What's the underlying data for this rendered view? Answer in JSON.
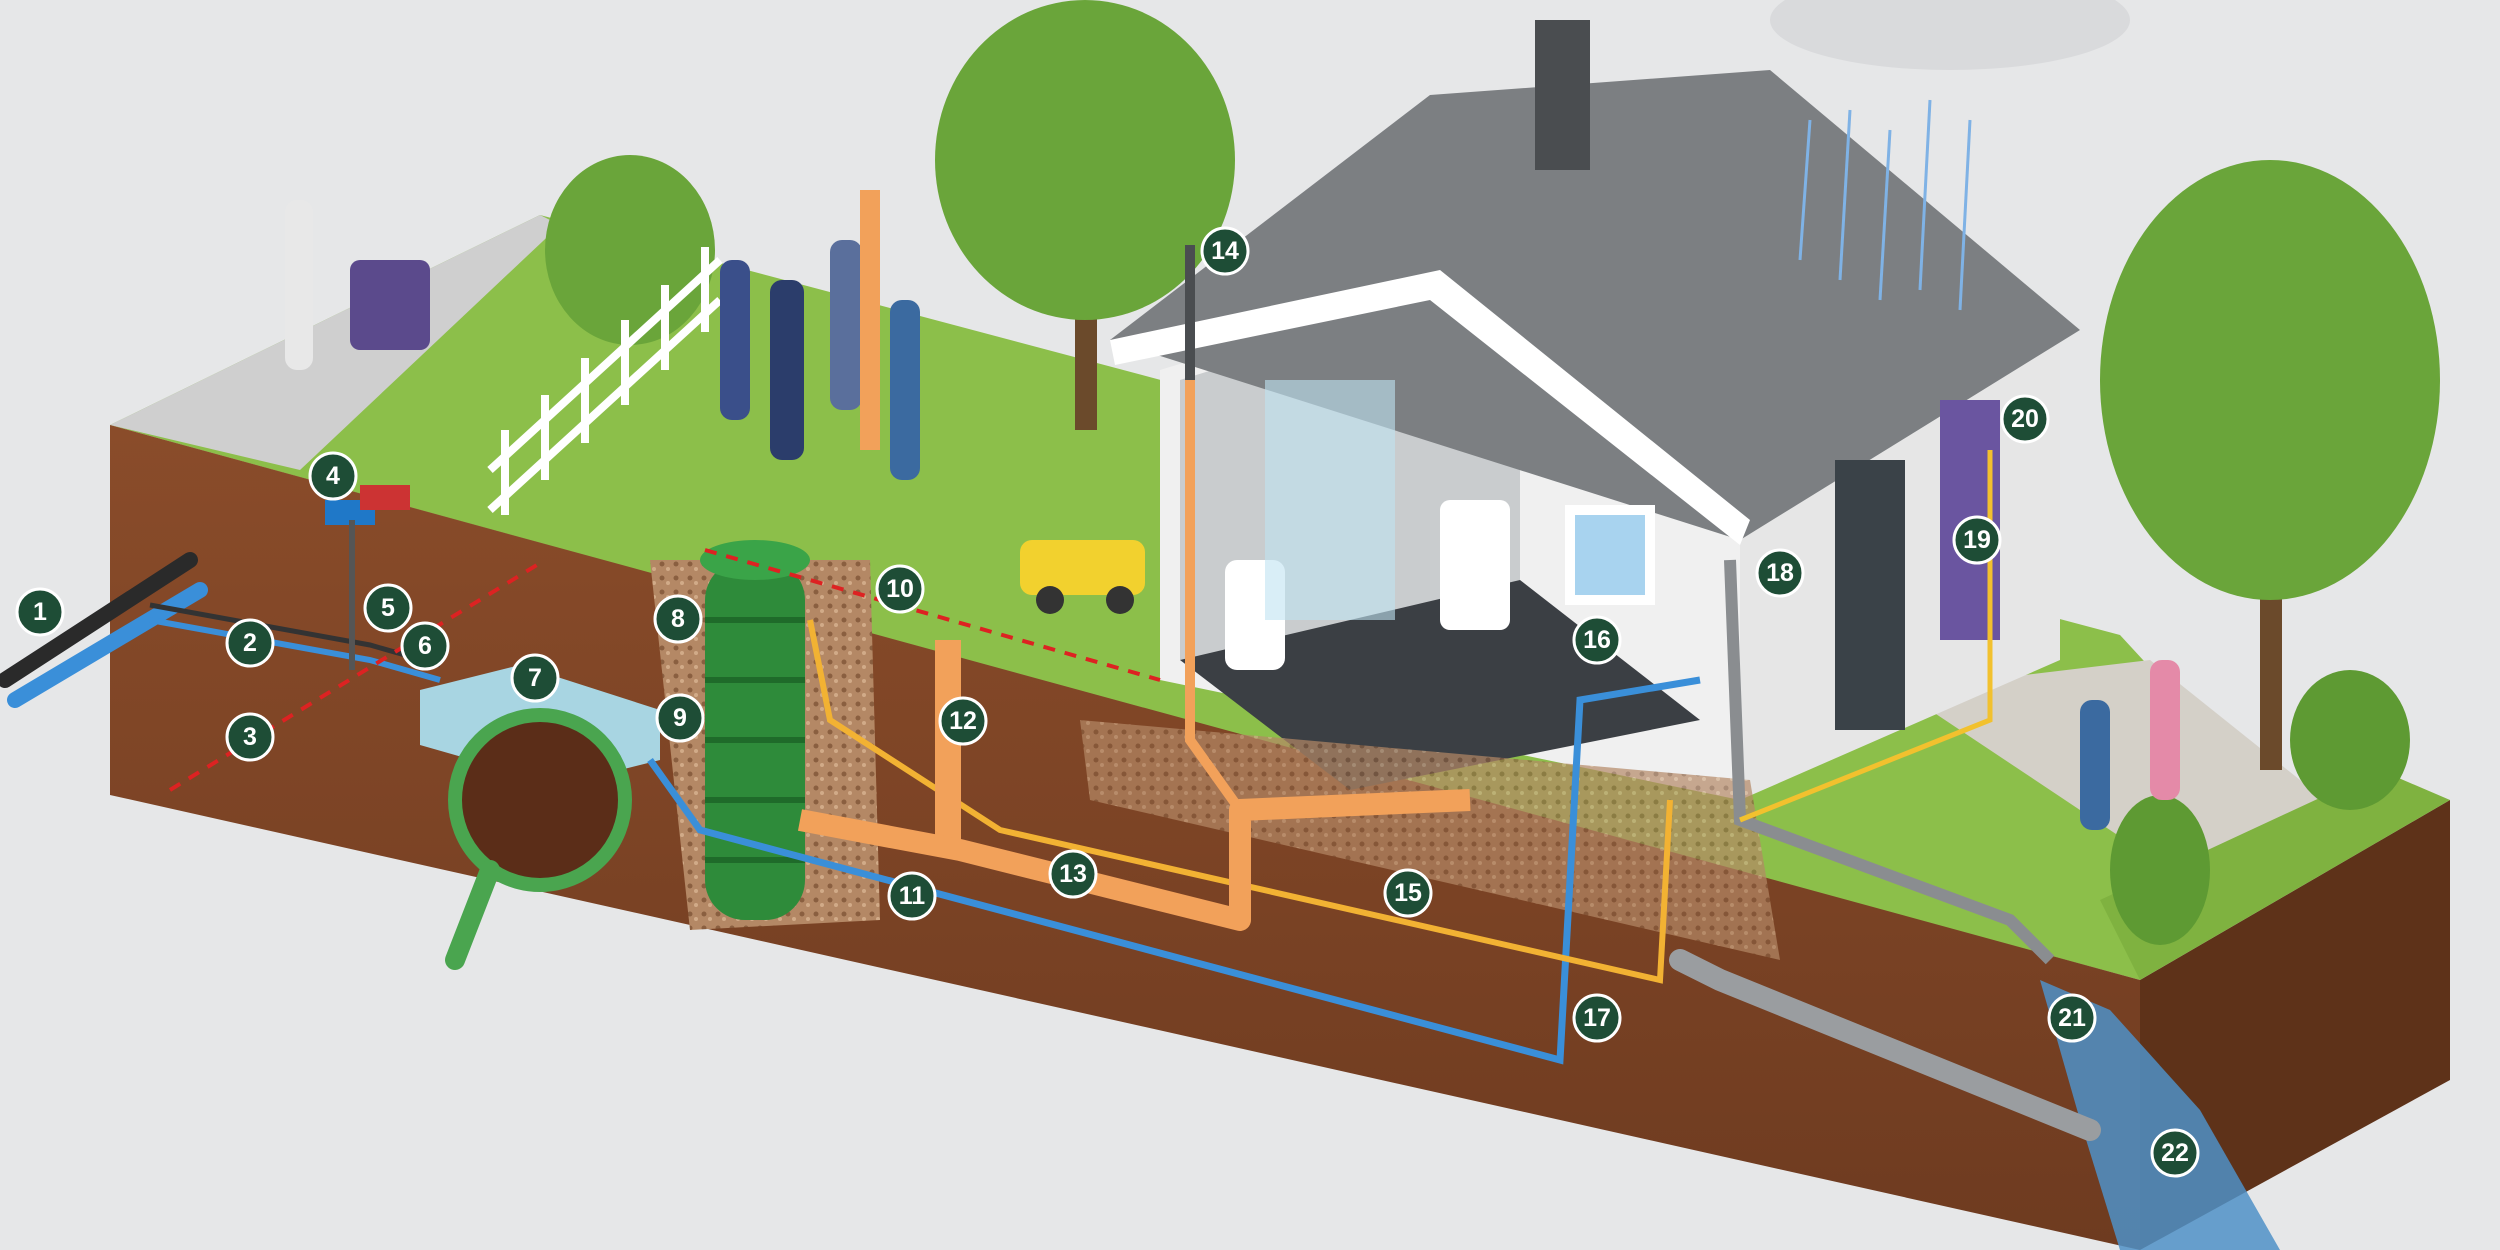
{
  "markers": [
    {
      "id": "1",
      "label": "1"
    },
    {
      "id": "2",
      "label": "2"
    },
    {
      "id": "3",
      "label": "3"
    },
    {
      "id": "4",
      "label": "4"
    },
    {
      "id": "5",
      "label": "5"
    },
    {
      "id": "6",
      "label": "6"
    },
    {
      "id": "7",
      "label": "7"
    },
    {
      "id": "8",
      "label": "8"
    },
    {
      "id": "9",
      "label": "9"
    },
    {
      "id": "10",
      "label": "10"
    },
    {
      "id": "11",
      "label": "11"
    },
    {
      "id": "12",
      "label": "12"
    },
    {
      "id": "13",
      "label": "13"
    },
    {
      "id": "14",
      "label": "14"
    },
    {
      "id": "15",
      "label": "15"
    },
    {
      "id": "16",
      "label": "16"
    },
    {
      "id": "17",
      "label": "17"
    },
    {
      "id": "18",
      "label": "18"
    },
    {
      "id": "19",
      "label": "19"
    },
    {
      "id": "20",
      "label": "20"
    },
    {
      "id": "21",
      "label": "21"
    },
    {
      "id": "22",
      "label": "22"
    }
  ],
  "colors": {
    "background": "#e6e7e8",
    "grass": "#8cbf4a",
    "soil": "#7a4325",
    "water_pipe": "#3a8fd9",
    "sewer_pipe": "#f2a15a",
    "cable": "#f2c12e",
    "tank": "#2e8b3a",
    "marker": "#1e4d36",
    "roof": "#7c7f82",
    "wall": "#f0f0f0"
  }
}
